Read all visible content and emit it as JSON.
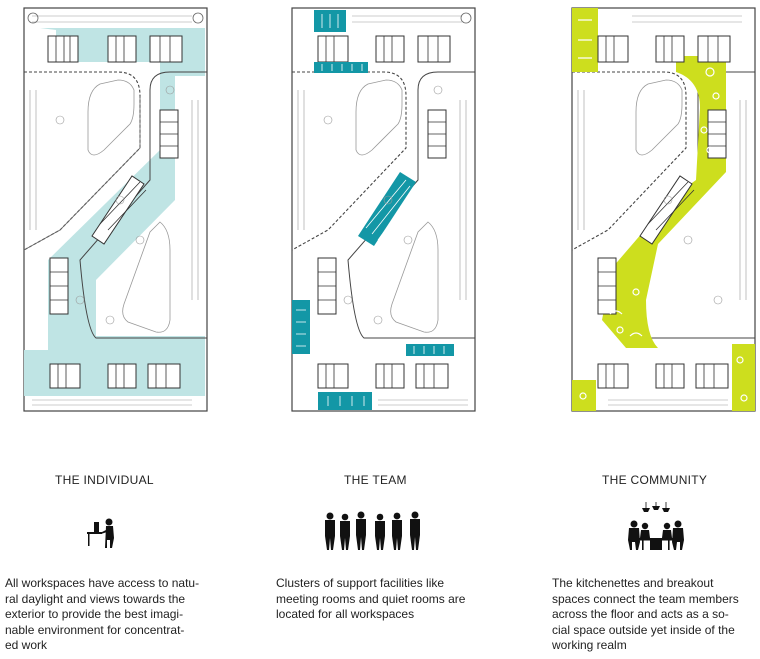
{
  "colors": {
    "individual": "#bfe4e4",
    "team": "#1397a6",
    "community": "#cdde1e",
    "line": "#444444",
    "furniture": "#9a9a9a"
  },
  "panels": [
    {
      "key": "individual",
      "heading": "THE INDIVIDUAL",
      "icon": "person-at-desk-icon",
      "lines": [
        "All workspaces have access to natu-",
        "ral daylight  and views towards the",
        "exterior to provide the best imagi-",
        "nable environment  for concentrat-",
        "ed work"
      ]
    },
    {
      "key": "team",
      "heading": "THE TEAM",
      "icon": "group-of-people-icon",
      "lines": [
        "Clusters of support facilities like",
        "meeting rooms and quiet rooms are",
        "located for all workspaces"
      ]
    },
    {
      "key": "community",
      "heading": "THE COMMUNITY",
      "icon": "people-at-table-icon",
      "lines": [
        "The  kitchenettes  and  breakout",
        "spaces connect the team members",
        "across the floor and acts as a so-",
        "cial space outside yet inside of the",
        "working realm"
      ]
    }
  ]
}
